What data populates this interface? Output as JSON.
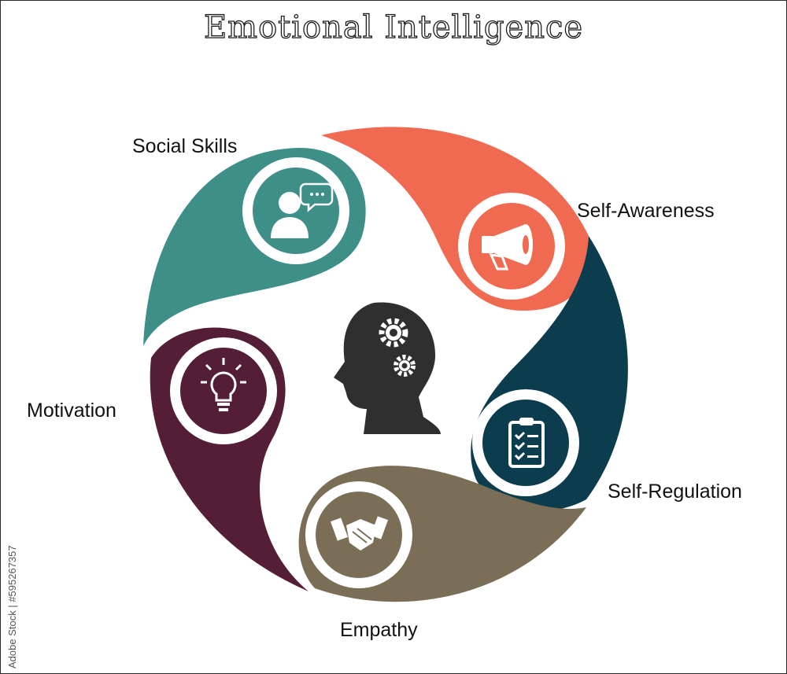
{
  "title": "Emotional Intelligence",
  "segments": [
    {
      "label": "Social Skills",
      "color": "#3d8f88",
      "icon": "person-speech-icon"
    },
    {
      "label": "Self-Awareness",
      "color": "#f06a52",
      "icon": "megaphone-icon"
    },
    {
      "label": "Self-Regulation",
      "color": "#0c3d4f",
      "icon": "clipboard-checklist-icon"
    },
    {
      "label": "Empathy",
      "color": "#7a6e56",
      "icon": "handshake-icon"
    },
    {
      "label": "Motivation",
      "color": "#541f36",
      "icon": "lightbulb-icon"
    }
  ],
  "center": {
    "icon": "head-gears-icon",
    "color": "#2f2f2f"
  },
  "stock_id": "Adobe Stock | #595267357"
}
